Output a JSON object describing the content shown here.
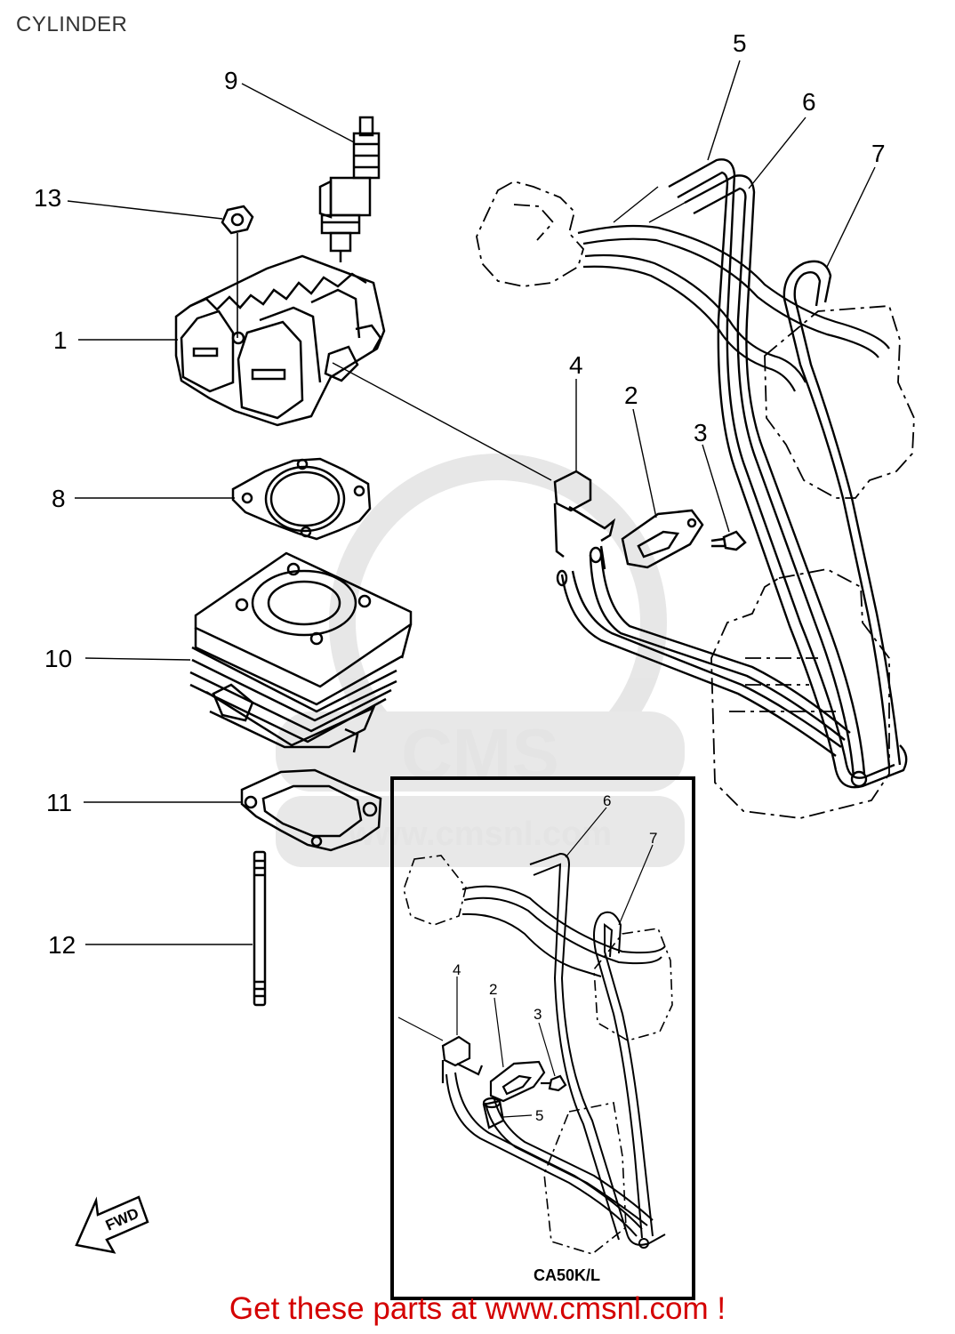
{
  "header": {
    "title": "CYLINDER"
  },
  "callouts": {
    "main": {
      "n1": "1",
      "n2": "2",
      "n3": "3",
      "n4": "4",
      "n5": "5",
      "n6": "6",
      "n7": "7",
      "n8": "8",
      "n9": "9",
      "n10": "10",
      "n11": "11",
      "n12": "12",
      "n13": "13"
    },
    "inset": {
      "n2": "2",
      "n3": "3",
      "n4": "4",
      "n5": "5",
      "n6": "6",
      "n7": "7"
    }
  },
  "inset": {
    "model_label": "CA50K/L"
  },
  "fwd_arrow": {
    "label": "FWD"
  },
  "watermark": {
    "brand": "CMS",
    "url": "www.cmsnl.com"
  },
  "footer": {
    "text": "Get these parts at www.cmsnl.com !"
  },
  "colors": {
    "footer": "#d40000",
    "line": "#000000",
    "watermark": "#e2e2e2"
  }
}
